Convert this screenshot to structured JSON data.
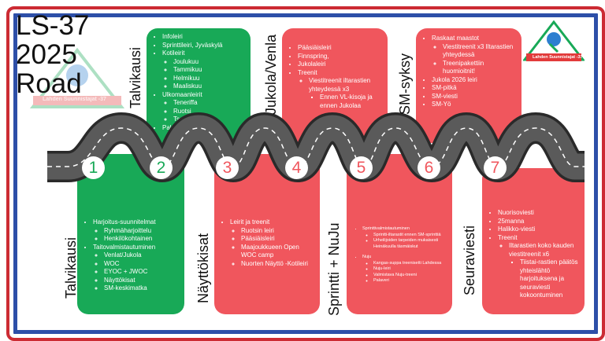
{
  "title": {
    "line1": "LS-37",
    "line2": "2025",
    "line3": "Road"
  },
  "logo": {
    "text": "Lahden Suunnistajat -37"
  },
  "colors": {
    "green": "#18a957",
    "red": "#f0565d",
    "road": "#5a5a5a",
    "border_red": "#cc2b33",
    "border_blue": "#2d4fa8"
  },
  "stages": [
    {
      "number": "1",
      "label": "Talvikausi",
      "items": [
        {
          "text": "Harjoitus-suunnitelmat",
          "children": [
            {
              "text": "Ryhmäharjoittelu"
            },
            {
              "text": "Henkilökohtainen"
            }
          ]
        },
        {
          "text": "Taitovalmistautuminen",
          "children": [
            {
              "text": "Venlat/Jukola"
            },
            {
              "text": "WOC"
            },
            {
              "text": "EYOC + JWOC"
            },
            {
              "text": "Näyttökisat"
            },
            {
              "text": "SM-keskimatka"
            }
          ]
        }
      ]
    },
    {
      "number": "2",
      "label": "Talvikausi",
      "items": [
        {
          "text": "Infoleiri"
        },
        {
          "text": "Sprinttileiri, Jyväskylä"
        },
        {
          "text": "Kotileirit",
          "children": [
            {
              "text": "Joulukuu"
            },
            {
              "text": "Tammikuu"
            },
            {
              "text": "Helmikuu"
            },
            {
              "text": "Maaliskuu"
            }
          ]
        },
        {
          "text": "Ulkomaanleirit",
          "children": [
            {
              "text": "Teneriffa"
            },
            {
              "text": "Ruotsi"
            },
            {
              "text": "Tsekki"
            }
          ]
        },
        {
          "text": "Palaverit"
        }
      ]
    },
    {
      "number": "3",
      "label": "Näyttökisat",
      "items": [
        {
          "text": "Leirit ja treenit",
          "children": [
            {
              "text": "Ruotsin leiri"
            },
            {
              "text": "Pääsiäisleiri"
            },
            {
              "text": "Maajoukkueen Open WOC camp"
            },
            {
              "text": "Nuorten Näyttö -Kotileiri"
            }
          ]
        }
      ]
    },
    {
      "number": "4",
      "label": "Jukola/Venla",
      "items": [
        {
          "text": "Pääsiäisleiri"
        },
        {
          "text": "Finnspring,"
        },
        {
          "text": "Jukolaleiri"
        },
        {
          "text": "Treenit",
          "children": [
            {
              "text": "Viestitreenit iltarastien yhteydessä x3",
              "children": [
                {
                  "text": "Ennen VL-kisoja ja ennen Jukolaa"
                }
              ]
            }
          ]
        }
      ]
    },
    {
      "number": "5",
      "label": "Sprintti + NuJu",
      "items": [
        {
          "text": "Sprinttivalmistautuminen",
          "children": [
            {
              "text": "Sprintti-iltarastit ennen SM-sprinttiä"
            },
            {
              "text": "Urheilijoiden tarpeiden mukaisesti Heinäkuulla täsmäiskut"
            }
          ]
        },
        {
          "text": "Nuju",
          "children": [
            {
              "text": "Kangas-suppa treenisetti Lahdessa"
            },
            {
              "text": "Nuju-leiri"
            },
            {
              "text": "Valmistava Nuju-treeni"
            },
            {
              "text": "Palaveri"
            }
          ]
        }
      ]
    },
    {
      "number": "6",
      "label": "SM-syksy",
      "items": [
        {
          "text": "Raskaat maastot",
          "children": [
            {
              "text": "Viestitreenit x3 Iltarastien yhteydessä"
            },
            {
              "text": "Treenipakettiin huomioitnit!"
            }
          ]
        },
        {
          "text": "Jukola 2026 leiri"
        },
        {
          "text": "SM-pitkä"
        },
        {
          "text": "SM-viesti"
        },
        {
          "text": "SM-Yö"
        }
      ]
    },
    {
      "number": "7",
      "label": "Seuraviesti",
      "items": [
        {
          "text": "Nuorisoviesti"
        },
        {
          "text": "25manna"
        },
        {
          "text": "Halikko-viesti"
        },
        {
          "text": "Treenit",
          "children": [
            {
              "text": "Iltarastien koko kauden viestitreenit x6",
              "children": [
                {
                  "text": "Tiistai-rastien päätös yhteislähtö harjoituksena ja seuraviesti kokoontuminen"
                }
              ]
            }
          ]
        }
      ]
    }
  ]
}
